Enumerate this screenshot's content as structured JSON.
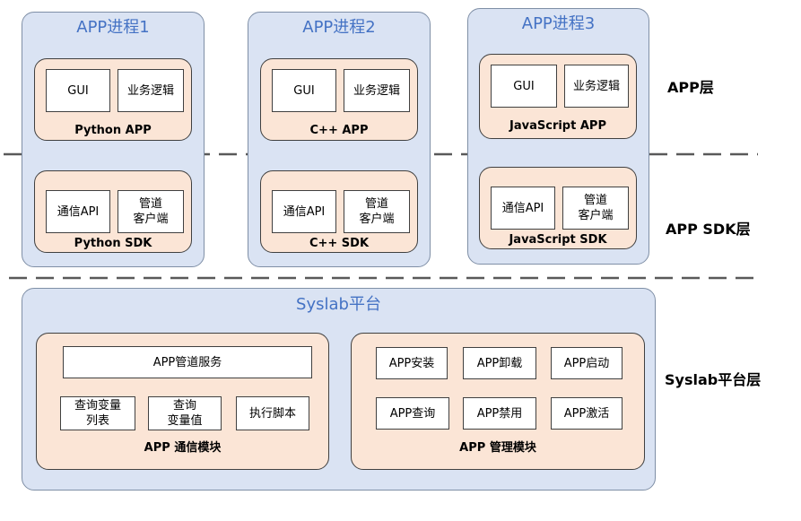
{
  "processes": [
    {
      "title": "APP进程1",
      "app_label": "Python APP",
      "sdk_label": "Python SDK",
      "gui": "GUI",
      "logic": "业务逻辑",
      "api": "通信API",
      "pipe": "管道\n客户端"
    },
    {
      "title": "APP进程2",
      "app_label": "C++ APP",
      "sdk_label": "C++ SDK",
      "gui": "GUI",
      "logic": "业务逻辑",
      "api": "通信API",
      "pipe": "管道\n客户端"
    },
    {
      "title": "APP进程3",
      "app_label": "JavaScript APP",
      "sdk_label": "JavaScript SDK",
      "gui": "GUI",
      "logic": "业务逻辑",
      "api": "通信API",
      "pipe": "管道\n客户端"
    }
  ],
  "platform": {
    "title": "Syslab平台",
    "comm_module": {
      "label": "APP 通信模块",
      "pipe_service": "APP管道服务",
      "items": [
        "查询变量\n列表",
        "查询\n变量值",
        "执行脚本"
      ]
    },
    "mgmt_module": {
      "label": "APP 管理模块",
      "items": [
        "APP安装",
        "APP卸载",
        "APP启动",
        "APP查询",
        "APP禁用",
        "APP激活"
      ]
    }
  },
  "layers": {
    "app": "APP层",
    "sdk": "APP SDK层",
    "platform": "Syslab平台层"
  },
  "colors": {
    "process_fill": "#dae3f3",
    "module_fill": "#fbe5d6",
    "title_blue": "#4472c4",
    "dash": "#595959"
  }
}
